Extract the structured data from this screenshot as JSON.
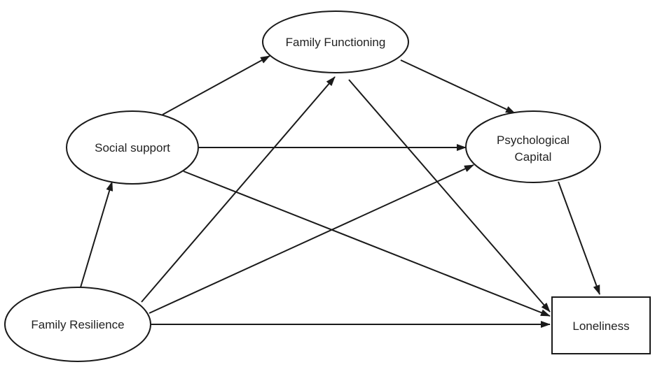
{
  "nodes": {
    "family_functioning": {
      "label": "Family Functioning"
    },
    "social_support": {
      "label": "Social support"
    },
    "psychological_capital": {
      "label_line1": "Psychological",
      "label_line2": "Capital"
    },
    "family_resilience": {
      "label": "Family Resilience"
    },
    "loneliness": {
      "label": "Loneliness"
    }
  },
  "edges": [
    {
      "from": "social_support",
      "to": "family_functioning"
    },
    {
      "from": "family_resilience",
      "to": "family_functioning"
    },
    {
      "from": "family_functioning",
      "to": "psychological_capital"
    },
    {
      "from": "family_functioning",
      "to": "loneliness"
    },
    {
      "from": "social_support",
      "to": "psychological_capital"
    },
    {
      "from": "social_support",
      "to": "loneliness"
    },
    {
      "from": "family_resilience",
      "to": "social_support"
    },
    {
      "from": "family_resilience",
      "to": "psychological_capital"
    },
    {
      "from": "family_resilience",
      "to": "loneliness"
    },
    {
      "from": "psychological_capital",
      "to": "loneliness"
    }
  ],
  "colors": {
    "stroke": "#1a1a1a",
    "text": "#222222",
    "background": "#ffffff"
  }
}
